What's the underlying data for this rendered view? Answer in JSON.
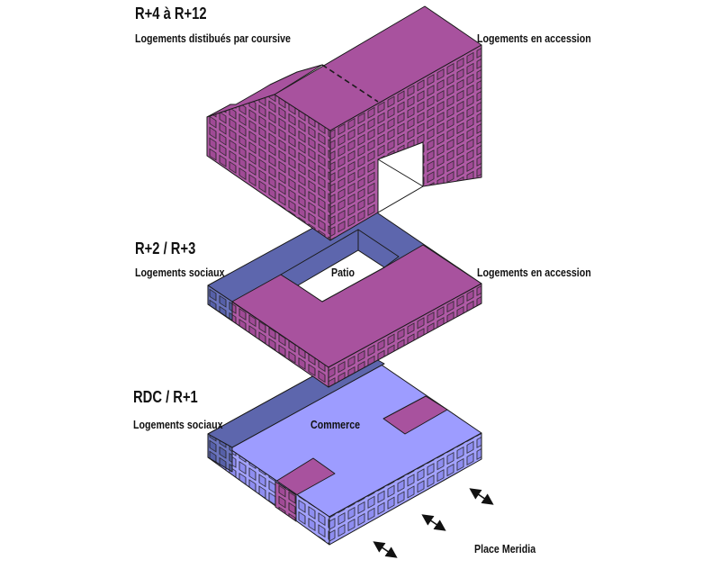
{
  "levels": {
    "upper": {
      "title": "R+4 à R+12",
      "left_label": "Logements distibués par coursive",
      "right_label": "Logements en accession"
    },
    "middle": {
      "title": "R+2 / R+3",
      "left_label": "Logements sociaux",
      "center_label": "Patio",
      "right_label": "Logements en accession"
    },
    "ground": {
      "title": "RDC / R+1",
      "left_label": "Logements sociaux",
      "center_label": "Commerce",
      "site_label": "Place Meridia"
    }
  },
  "colors": {
    "magenta": "#a8529e",
    "blue_dark": "#5d66ad",
    "blue_light": "#9d9cff",
    "line": "#1a1a1a"
  }
}
